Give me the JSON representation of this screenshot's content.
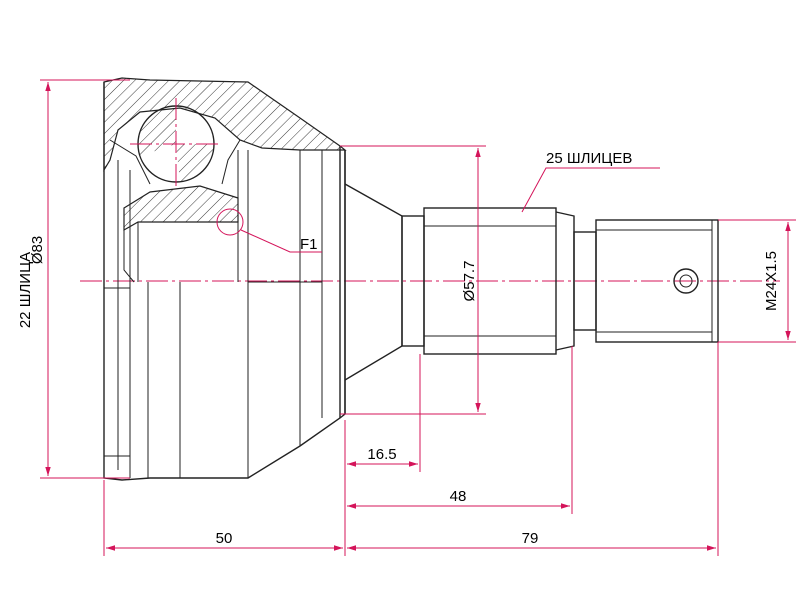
{
  "labels": {
    "left_vertical_top": "22 ШЛИЦА",
    "left_vertical_bottom": "Ø83",
    "spline_note": "25 ШЛИЦЕВ",
    "flag": "F1",
    "thread": "M24X1.5",
    "diameter_mid": "Ø57.7",
    "dim_small": "16.5",
    "dim_mid": "48",
    "dim_left": "50",
    "dim_right": "79"
  },
  "colors": {
    "dimension": "#d4145a",
    "line": "#222222"
  }
}
